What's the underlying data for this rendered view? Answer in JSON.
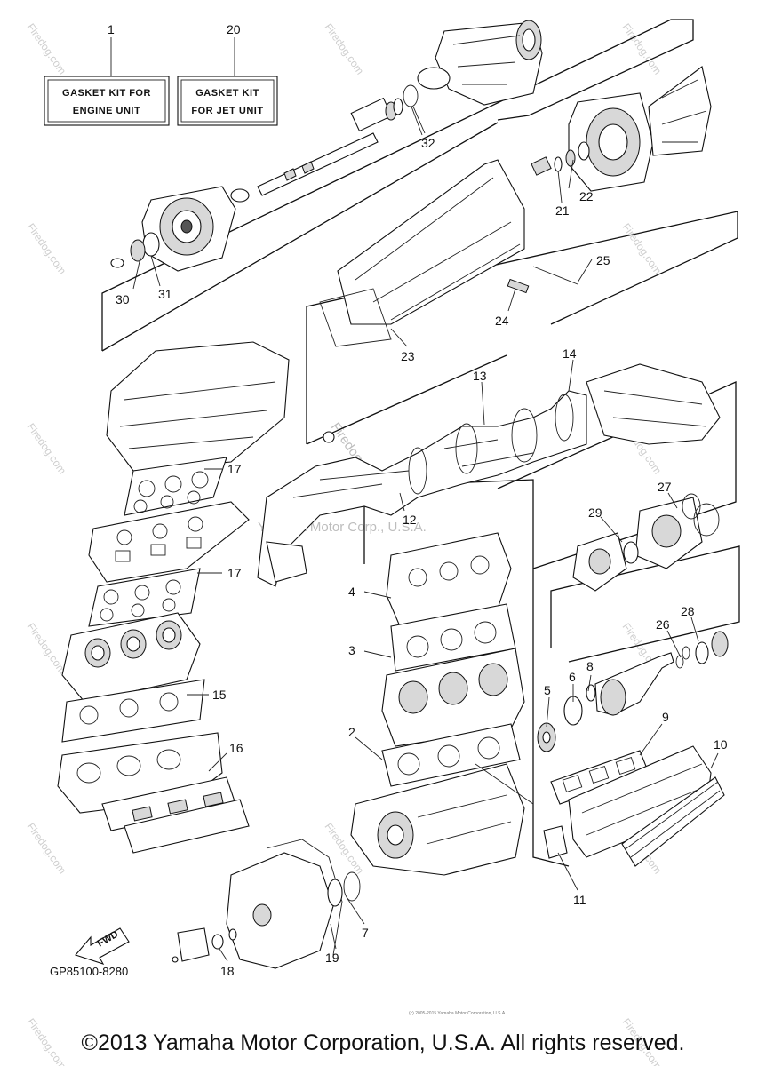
{
  "kits": [
    {
      "number": "1",
      "line1": "GASKET KIT FOR",
      "line2": "ENGINE UNIT"
    },
    {
      "number": "20",
      "line1": "GASKET KIT",
      "line2": "FOR JET UNIT"
    }
  ],
  "callouts": [
    "32",
    "22",
    "21",
    "25",
    "30",
    "31",
    "24",
    "23",
    "14",
    "13",
    "17",
    "12",
    "27",
    "29",
    "17",
    "4",
    "3",
    "28",
    "26",
    "15",
    "8",
    "6",
    "5",
    "9",
    "2",
    "16",
    "10",
    "7",
    "11",
    "19",
    "18"
  ],
  "diagram_code": "GP85100-8280",
  "fwd_label": "FWD",
  "watermark_brand": "Firedog.com",
  "watermark_center": "Yamaha Motor Corp., U.S.A.",
  "tiny_notice": "(c) 2005-2015 Yamaha Motor Corporation, U.S.A.",
  "copyright": "©2013 Yamaha Motor Corporation, U.S.A. All rights reserved."
}
